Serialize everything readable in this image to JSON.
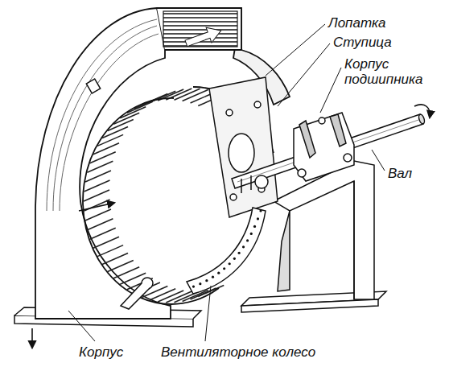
{
  "diagram": {
    "labels": [
      "Лопатка",
      "Ступица",
      "Корпус подшипника",
      "Вал",
      "Корпус",
      "Вентиляторное колесо"
    ]
  }
}
